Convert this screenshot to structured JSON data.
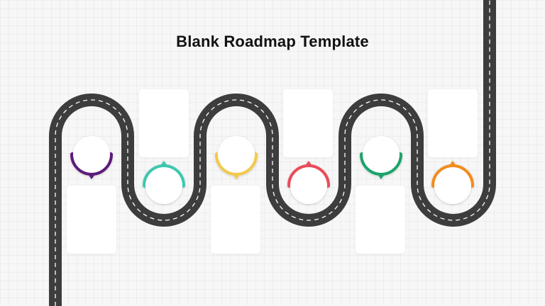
{
  "title": "Blank Roadmap Template",
  "road_color": "#3d3d3d",
  "lane_color": "#ffffff",
  "milestones": [
    {
      "color": "#5b1a7a",
      "pointer": "down"
    },
    {
      "color": "#3cc7ae",
      "pointer": "up"
    },
    {
      "color": "#f2c94c",
      "pointer": "down"
    },
    {
      "color": "#ea4c59",
      "pointer": "up"
    },
    {
      "color": "#1fa36b",
      "pointer": "down"
    },
    {
      "color": "#f28c1b",
      "pointer": "up"
    }
  ]
}
